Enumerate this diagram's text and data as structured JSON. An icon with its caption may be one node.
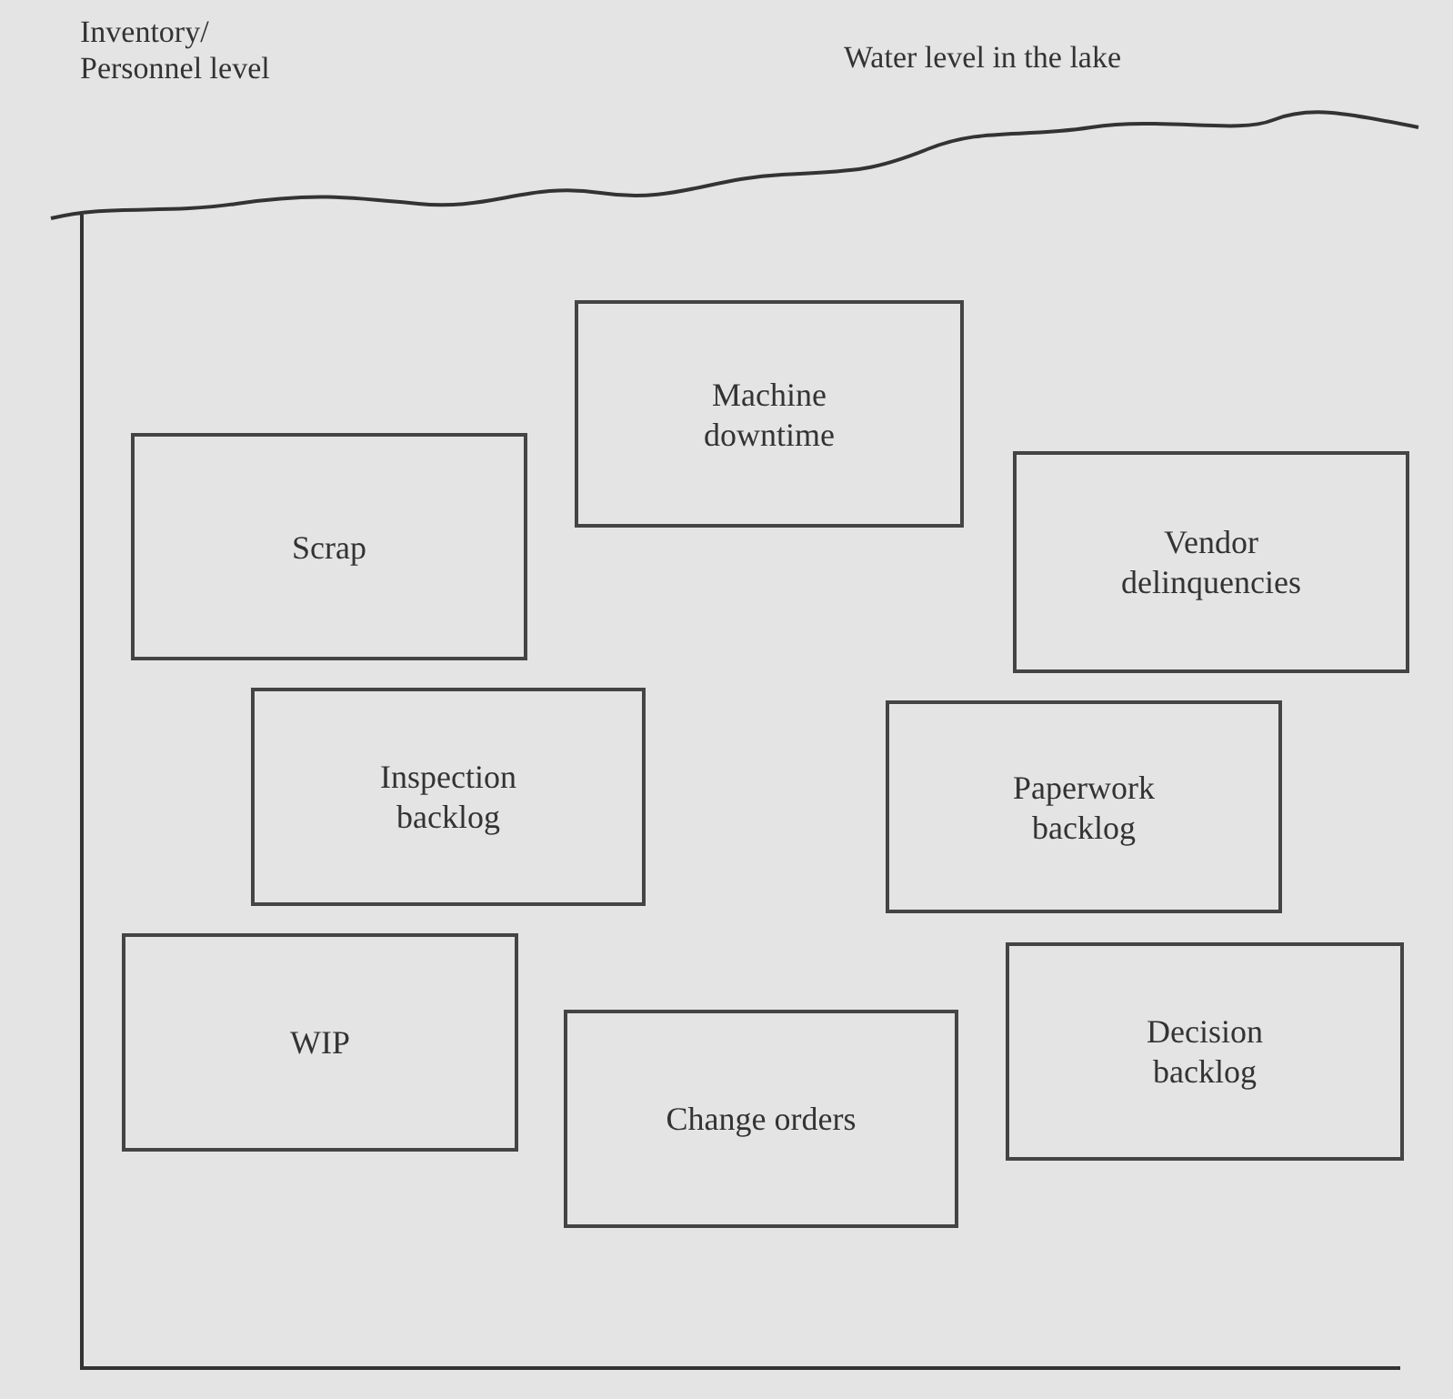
{
  "diagram": {
    "nodes": [
      {
        "text": [
          "Machine downtime"
        ]
      },
      {
        "text": [
          "Scrap"
        ]
      },
      {
        "text": [
          "Vendor delinquencies"
        ]
      },
      {
        "text": [
          "Inspection backlog"
        ]
      },
      {
        "text": [
          "Paperwork backlog"
        ]
      },
      {
        "text": [
          "WIP"
        ]
      },
      {
        "text": [
          "Decision backlog"
        ]
      },
      {
        "text": [
          "Change orders"
        ]
      }
    ],
    "labels": [
      "Inventory/ Personnel level",
      "Water level in the lake"
    ]
  }
}
